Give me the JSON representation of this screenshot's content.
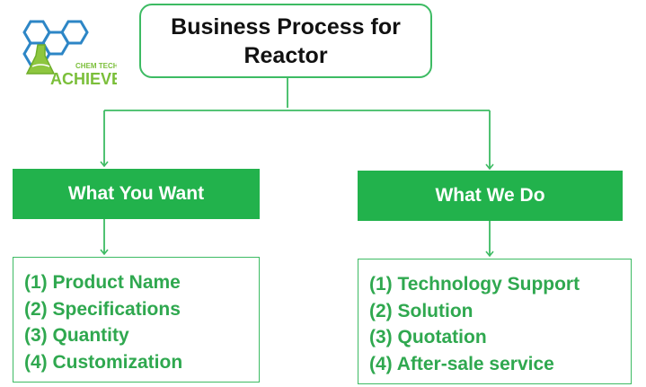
{
  "logo": {
    "small_text": "CHEM TECH",
    "brand_text": "ACHIEVE",
    "icon": "hexagon-flask-logo",
    "colors": {
      "hexagon": "#2d86c6",
      "flask": "#8ec63f",
      "brand": "#7bbf3a"
    }
  },
  "title": {
    "line1": "Business Process for",
    "line2": "Reactor"
  },
  "left_branch": {
    "header": "What You Want",
    "items": [
      "(1) Product Name",
      "(2) Specifications",
      "(3) Quantity",
      "(4) Customization"
    ]
  },
  "right_branch": {
    "header": "What We Do",
    "items": [
      "(1) Technology Support",
      "(2) Solution",
      "(3) Quotation",
      "(4) After-sale service"
    ]
  },
  "colors": {
    "header_fill": "#22b24c",
    "border": "#3dbb63",
    "list_text": "#2fa84f",
    "title_text": "#111111"
  }
}
